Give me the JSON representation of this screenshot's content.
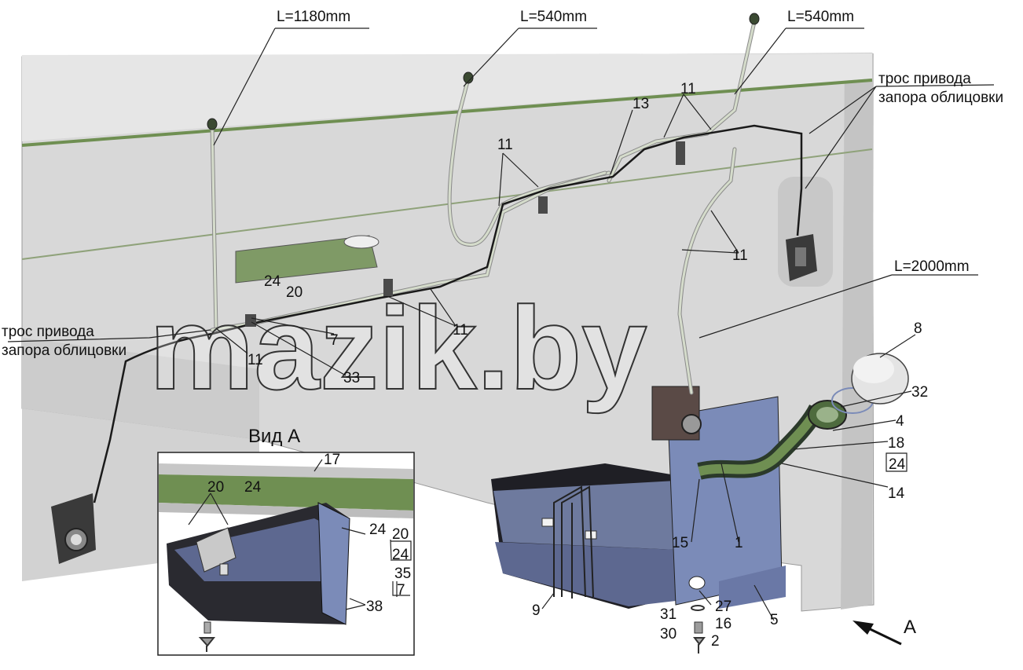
{
  "lengths": {
    "tube_left": "L=1180mm",
    "tube_mid": "L=540mm",
    "tube_right": "L=540mm",
    "tube_long": "L=2000mm"
  },
  "cable_label": {
    "right_line1": "трос привода",
    "right_line2": "запора облицовки",
    "left_line1": "трос привода",
    "left_line2": "запора облицовки"
  },
  "view": {
    "title": "Вид А",
    "arrow_letter": "A"
  },
  "watermark": "mazik.by",
  "part_numbers": {
    "p13": "13",
    "p11_top": "11",
    "p11_mid": "11",
    "p11_right": "11",
    "p11_center": "11",
    "p11_left": "11",
    "p24": "24",
    "p20": "20",
    "p7": "7",
    "p33": "33",
    "p8": "8",
    "p32": "32",
    "p4": "4",
    "p18": "18",
    "p24_box": "24",
    "p14": "14",
    "p15": "15",
    "p1": "1",
    "p9": "9",
    "p31": "31",
    "p30": "30",
    "p27": "27",
    "p16": "16",
    "p2": "2",
    "p5": "5"
  },
  "inset_numbers": {
    "p17": "17",
    "p20": "20",
    "p24": "24",
    "p24_b": "24",
    "p20_b": "20",
    "p24_c": "24",
    "p35": "35",
    "p7": "7",
    "p38": "38"
  },
  "colors": {
    "panel": "#d9d9d9",
    "panel_light": "#e8e8e8",
    "tank": "#6e7a9e",
    "tank_dark": "#1f1f25",
    "bracket_blue": "#7b8bb8",
    "beam_green": "#6f8f52",
    "tube": "#cfd6c4",
    "cable": "#1a1a1a"
  }
}
